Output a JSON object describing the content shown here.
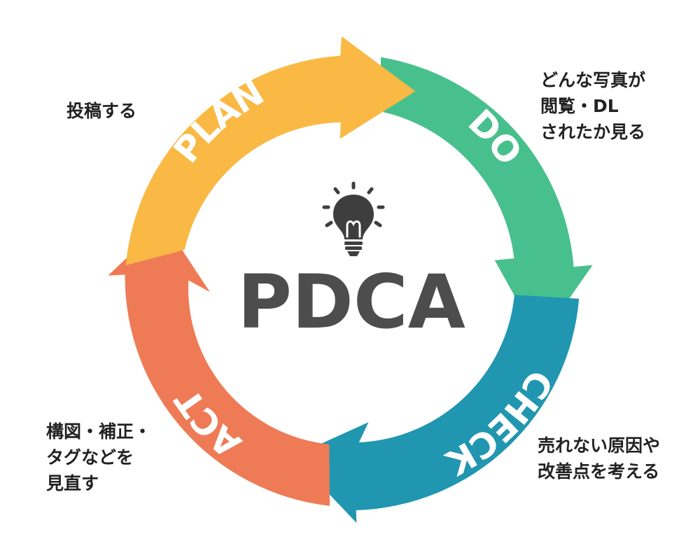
{
  "title": "PDCA",
  "stages": [
    {
      "key": "plan",
      "label": "PLAN",
      "color": "#FAB944",
      "note": "投稿する"
    },
    {
      "key": "do",
      "label": "DO",
      "color": "#48C08D",
      "note": "どんな写真が\n閲覧・DL\nされたか見る"
    },
    {
      "key": "check",
      "label": "CHECK",
      "color": "#2196B0",
      "note": "売れない原因や\n改善点を考える"
    },
    {
      "key": "act",
      "label": "ACT",
      "color": "#EE7B56",
      "note": "構図・補正・\nタグなどを\n見直す"
    }
  ],
  "icons": {
    "center": "lightbulb-icon"
  }
}
